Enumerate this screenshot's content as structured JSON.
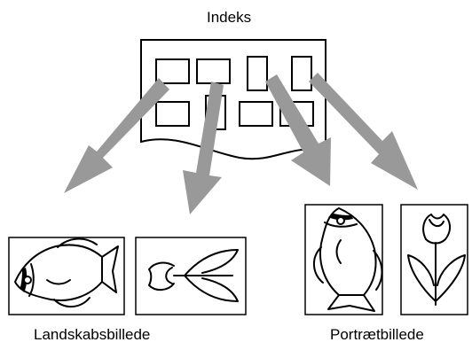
{
  "labels": {
    "index": "Indeks",
    "landscape": "Landskabsbillede",
    "portrait": "Portrætbillede"
  },
  "colors": {
    "arrow": "#999999",
    "ink": "#000000",
    "background": "#ffffff"
  },
  "icons": {
    "index_sheet": "index-sheet-icon",
    "fish": "fish-icon",
    "tulip": "tulip-icon"
  }
}
